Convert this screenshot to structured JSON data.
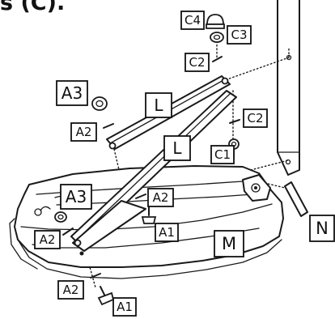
{
  "caption": "s (C).",
  "labels": {
    "C4": "C4",
    "C3": "C3",
    "C2_top": "C2",
    "C2_mid": "C2",
    "A3_top": "A3",
    "L_upper": "L",
    "A2_left": "A2",
    "L_lower": "L",
    "C1": "C1",
    "A3_mid": "A3",
    "A2_mid": "A2",
    "A2_lower_left": "A2",
    "A1_mid": "A1",
    "M": "M",
    "N": "N",
    "A2_bottom": "A2",
    "A1_bottom": "A1"
  }
}
